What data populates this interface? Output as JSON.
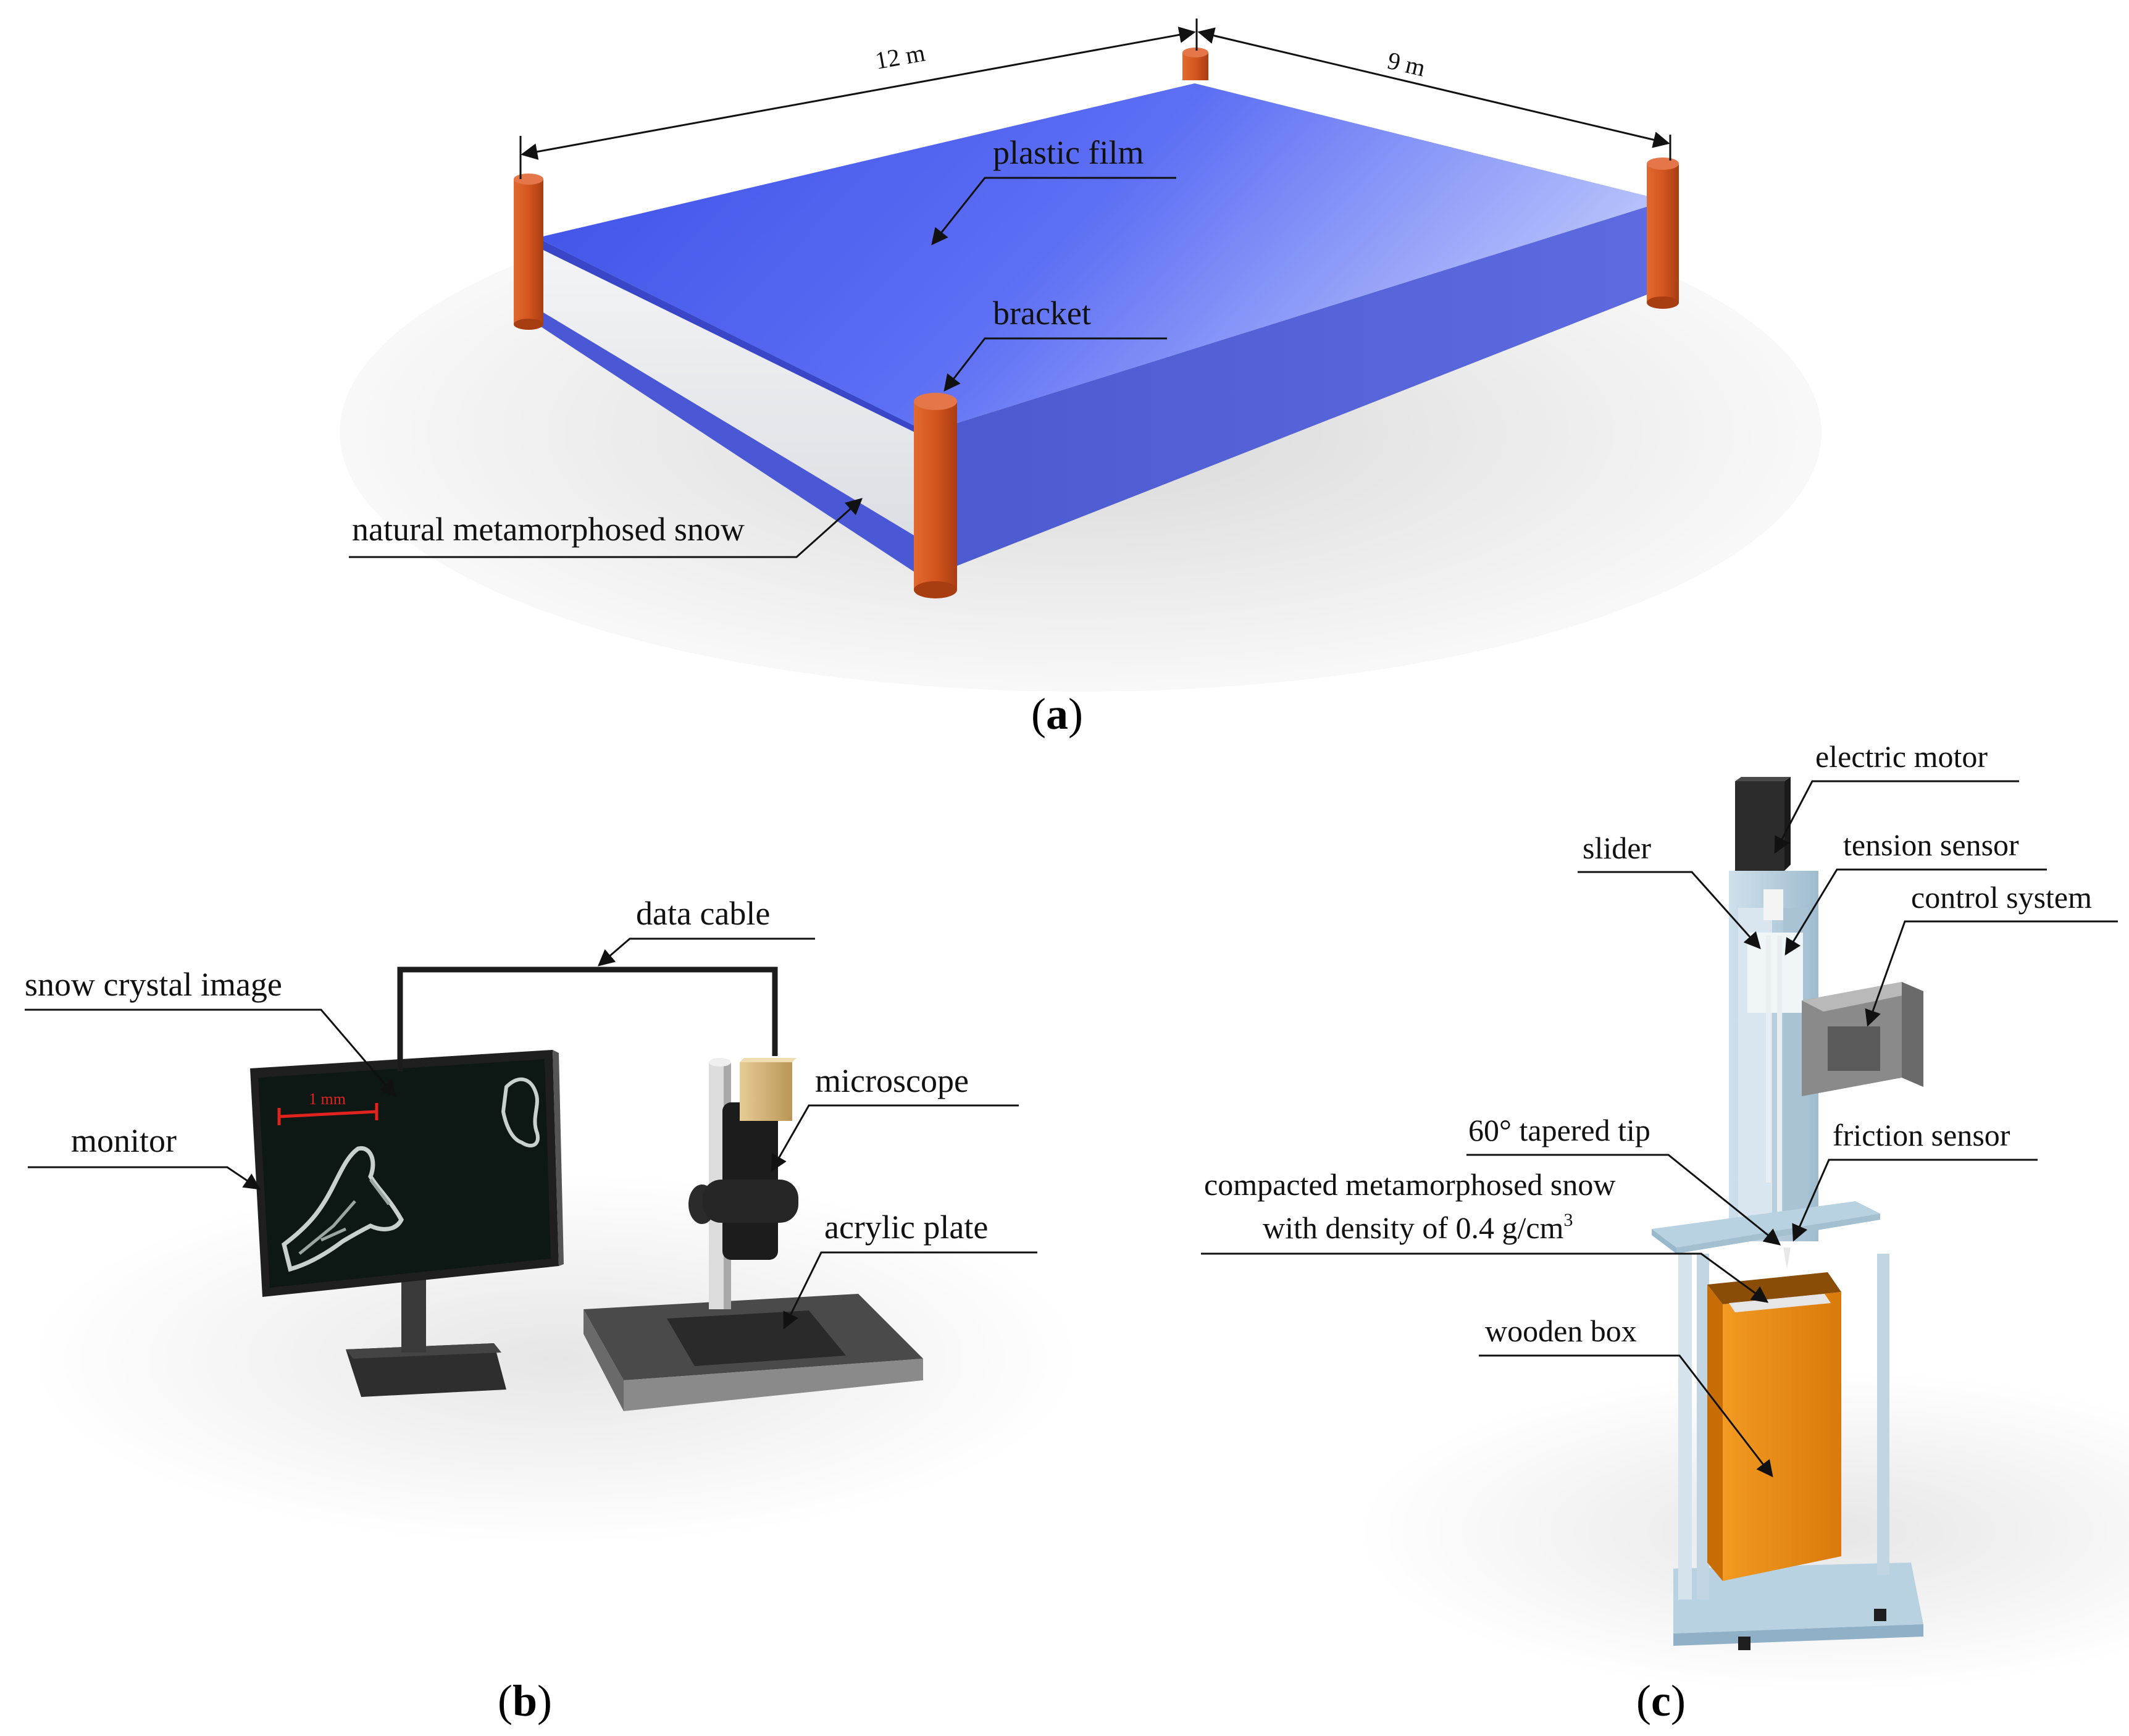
{
  "panel_a": {
    "caption_open": "(",
    "caption_letter": "a",
    "caption_close": ")",
    "dim_length": "12 m",
    "dim_width": "9 m",
    "labels": {
      "plastic_film": "plastic film",
      "bracket": "bracket",
      "snow": "natural metamorphosed snow"
    },
    "colors": {
      "film": "#5a6cf2",
      "bracket": "#d4561f",
      "snow": "#e6e8ec"
    }
  },
  "panel_b": {
    "caption_open": "(",
    "caption_letter": "b",
    "caption_close": ")",
    "labels": {
      "data_cable": "data cable",
      "snow_crystal_image": "snow crystal image",
      "monitor": "monitor",
      "microscope": "microscope",
      "acrylic_plate": "acrylic plate"
    },
    "scale_bar": "1 mm",
    "colors": {
      "scale_bar": "#e0231e",
      "camera": "#d6b77a"
    }
  },
  "panel_c": {
    "caption_open": "(",
    "caption_letter": "c",
    "caption_close": ")",
    "labels": {
      "electric_motor": "electric motor",
      "slider": "slider",
      "tension_sensor": "tension sensor",
      "control_system": "control system",
      "tapered_tip": "60° tapered tip",
      "friction_sensor": "friction sensor",
      "compacted_line1": "compacted metamorphosed snow",
      "compacted_line2_prefix": "with density of 0.4 g/cm",
      "compacted_line2_sup": "3",
      "wooden_box": "wooden box"
    },
    "colors": {
      "frame": "#b9d2e2",
      "box": "#ec8a12"
    }
  }
}
